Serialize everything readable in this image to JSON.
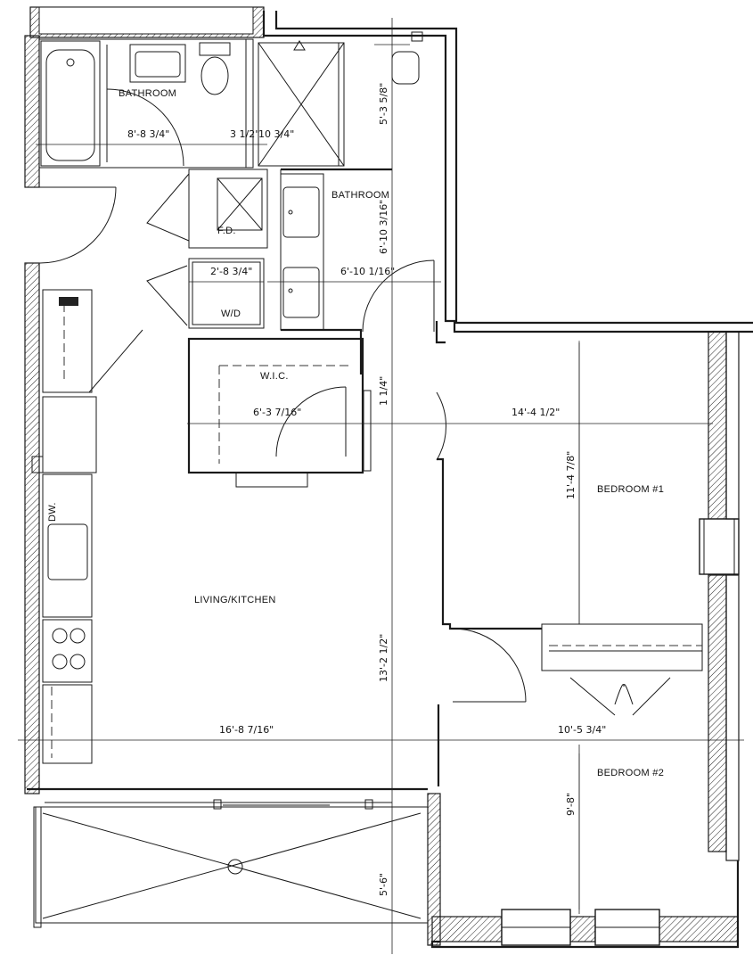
{
  "rooms": {
    "bathroom_1": "BATHROOM",
    "bathroom_2": "BATHROOM",
    "wic": "W.I.C.",
    "wd": "W/D",
    "fd": "F.D.",
    "dw": "DW.",
    "living": "LIVING/KITCHEN",
    "bedroom_1": "BEDROOM #1",
    "bedroom_2": "BEDROOM #2"
  },
  "dimensions": {
    "bath1_width": "8'-8 3/4\"",
    "gap_a": "3 1/2\"",
    "shower_width": "10 3/4\"",
    "bath_height": "5'-3 5/8\"",
    "bath2_height": "6'-10 3/16\"",
    "bath2_width": "6'-10 1/16\"",
    "wd_width": "2'-8 3/4\"",
    "wic_width": "6'-3 7/16\"",
    "wall_thk": "1 1/4\"",
    "bed1_width": "14'-4 1/2\"",
    "bed1_height": "11'-4 7/8\"",
    "living_height": "13'-2 1/2\"",
    "living_width": "16'-8 7/16\"",
    "bed2_width": "10'-5 3/4\"",
    "bed2_height": "9'-8\"",
    "balcony_height": "5'-6\""
  }
}
